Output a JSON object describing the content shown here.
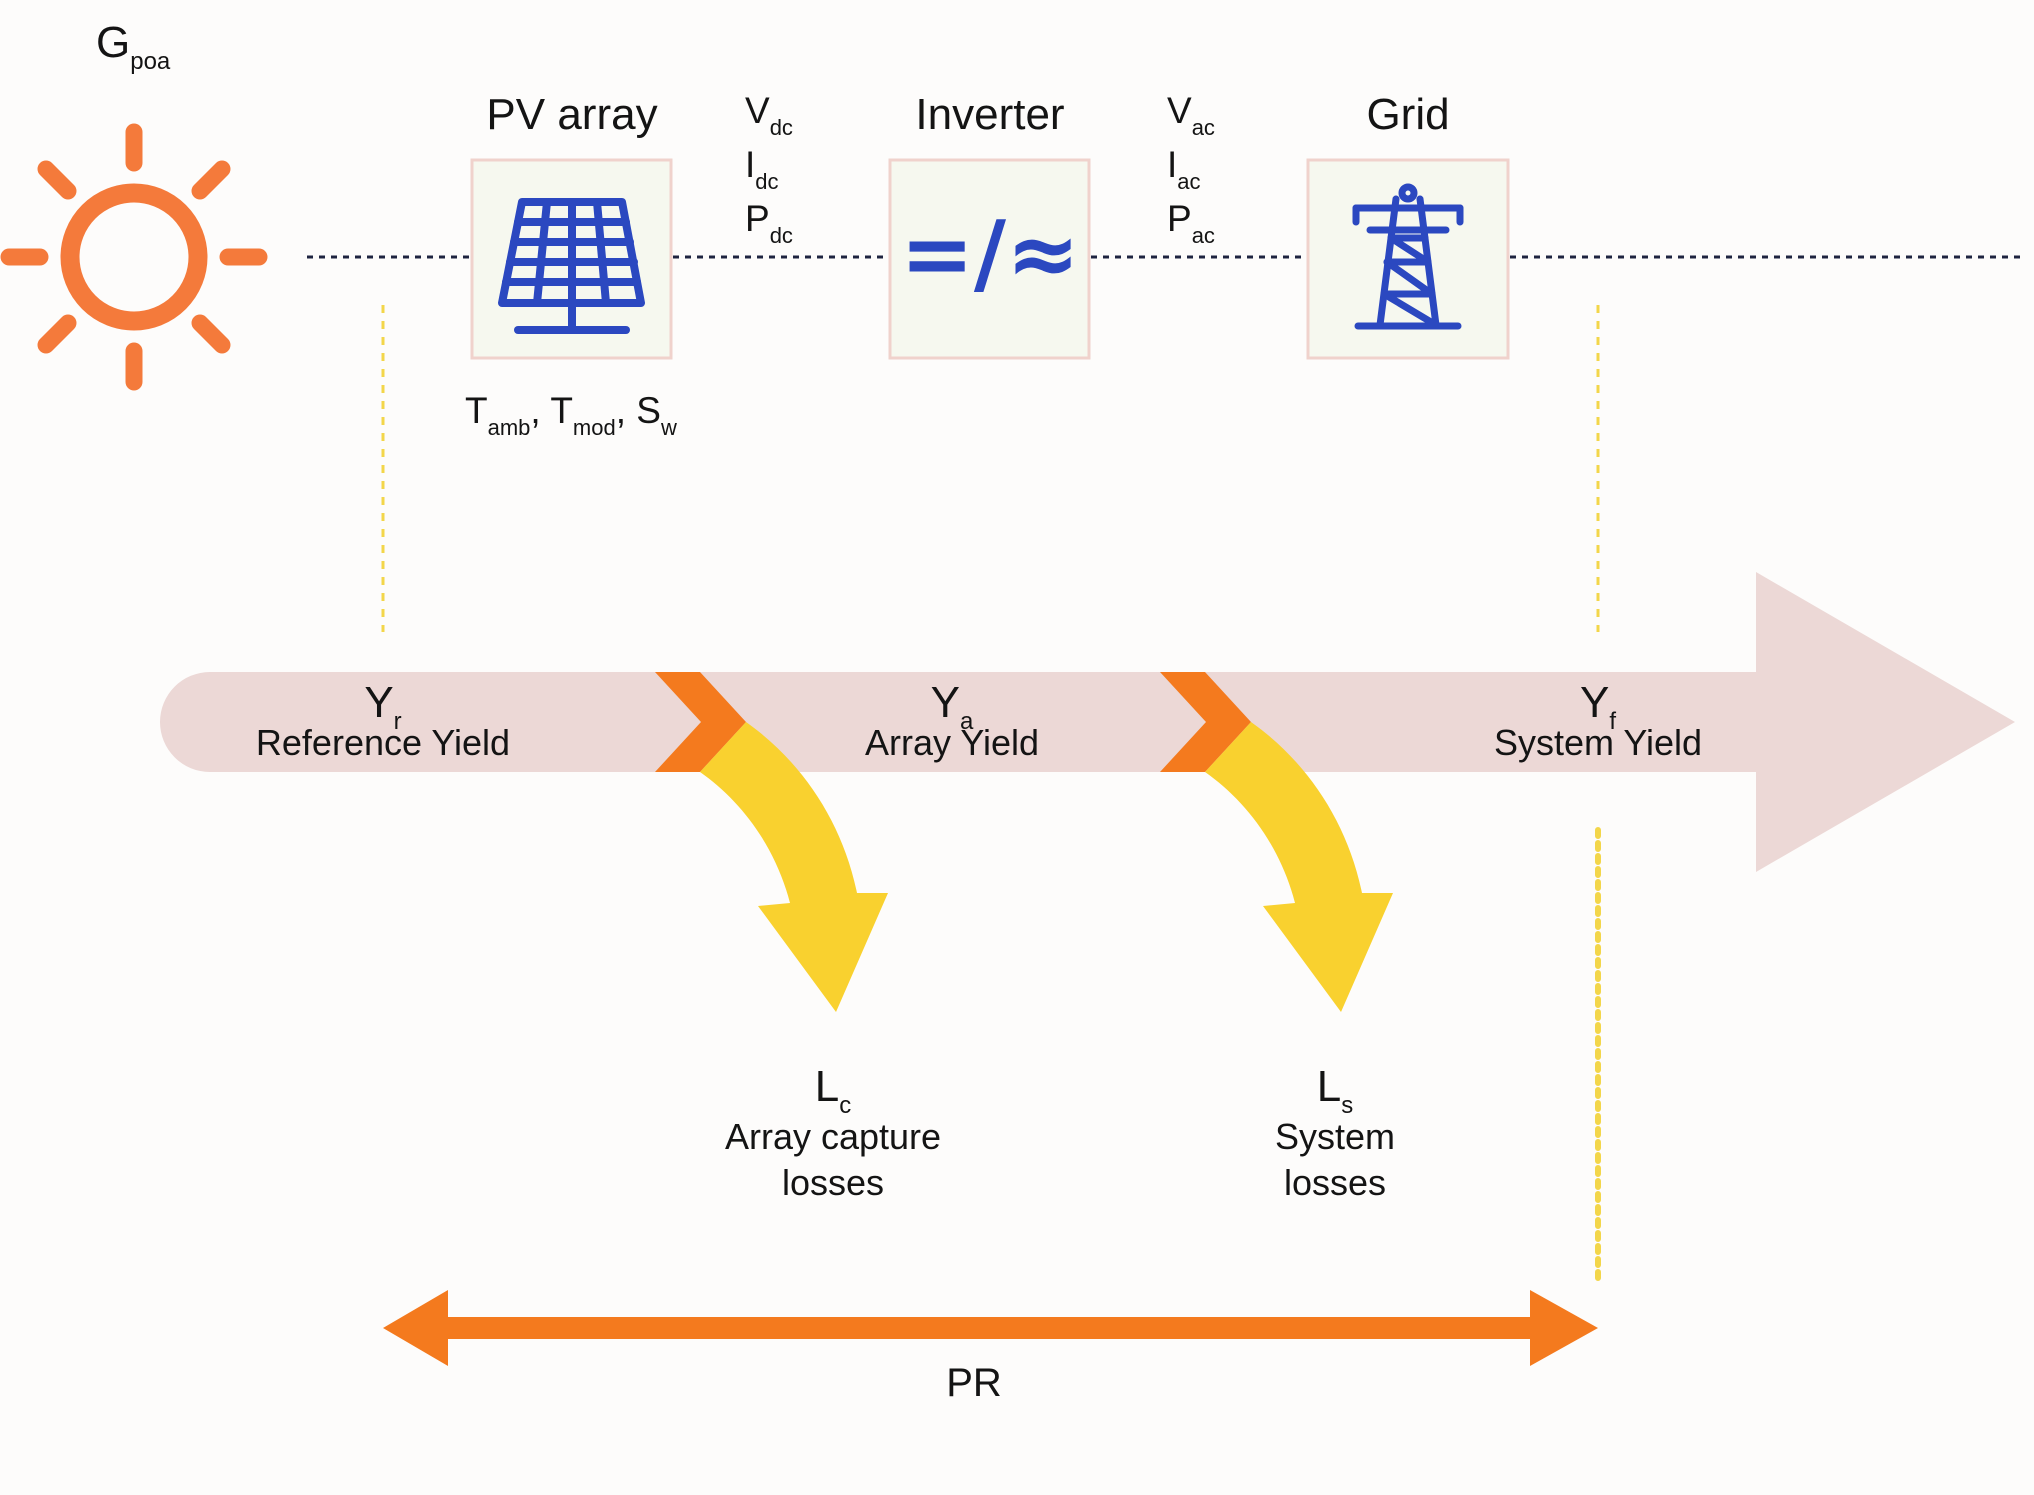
{
  "irradiance": {
    "symbol": "G",
    "sub": "poa"
  },
  "components": {
    "pv": {
      "title": "PV array",
      "icon": "solar-panel-icon"
    },
    "inverter": {
      "title": "Inverter",
      "icon": "dc-ac-converter-icon",
      "glyph": "=/≈"
    },
    "grid": {
      "title": "Grid",
      "icon": "transmission-tower-icon"
    }
  },
  "dc_params": [
    {
      "symbol": "V",
      "sub": "dc"
    },
    {
      "symbol": "I",
      "sub": "dc"
    },
    {
      "symbol": "P",
      "sub": "dc"
    }
  ],
  "ac_params": [
    {
      "symbol": "V",
      "sub": "ac"
    },
    {
      "symbol": "I",
      "sub": "ac"
    },
    {
      "symbol": "P",
      "sub": "ac"
    }
  ],
  "ambient": {
    "t_amb": {
      "symbol": "T",
      "sub": "amb"
    },
    "t_mod": {
      "symbol": "T",
      "sub": "mod"
    },
    "s_w": {
      "symbol": "S",
      "sub": "w"
    },
    "sep": ","
  },
  "yields": {
    "reference": {
      "symbol": "Y",
      "sub": "r",
      "name": "Reference Yield"
    },
    "array": {
      "symbol": "Y",
      "sub": "a",
      "name": "Array Yield"
    },
    "system": {
      "symbol": "Y",
      "sub": "f",
      "name": "System Yield"
    }
  },
  "losses": {
    "capture": {
      "symbol": "L",
      "sub": "c",
      "line1": "Array capture",
      "line2": "losses"
    },
    "system": {
      "symbol": "L",
      "sub": "s",
      "line1": "System",
      "line2": "losses"
    }
  },
  "performance_ratio": {
    "label": "PR"
  },
  "colors": {
    "sun": "#f47a3b",
    "icon_blue": "#2b48c0",
    "box_fill": "#f6f8ef",
    "box_border": "#f0d2cc",
    "flow_band": "#ecd8d6",
    "chevron": "#f47a1e",
    "loss_arrow": "#f9d12f",
    "pr_arrow": "#f47a1e",
    "guide_line": "#f3d64a",
    "dotted_wire": "#1e2440"
  }
}
